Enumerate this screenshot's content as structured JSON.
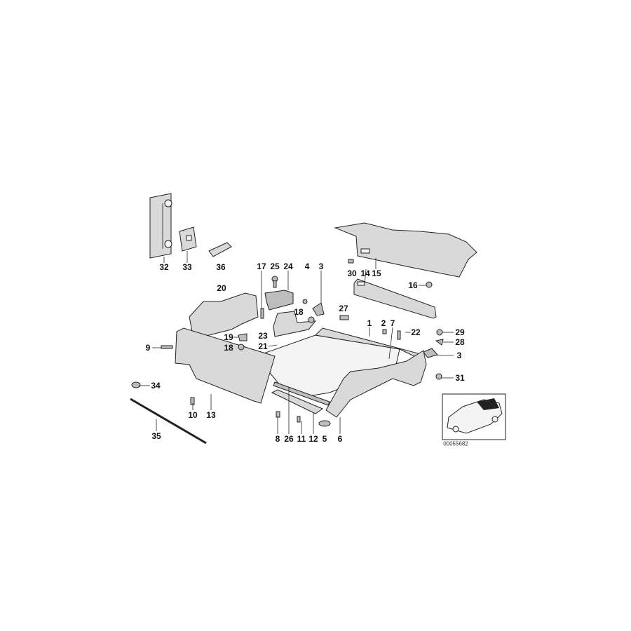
{
  "diagram": {
    "callouts": [
      "32",
      "33",
      "36",
      "17",
      "25",
      "24",
      "4",
      "3",
      "20",
      "18",
      "27",
      "1",
      "2",
      "7",
      "22",
      "30",
      "14",
      "15",
      "16",
      "29",
      "28",
      "3",
      "31",
      "9",
      "19",
      "18",
      "23",
      "21",
      "34",
      "10",
      "13",
      "35",
      "8",
      "26",
      "11",
      "12",
      "5",
      "6"
    ],
    "drawing_number": "00055682"
  }
}
